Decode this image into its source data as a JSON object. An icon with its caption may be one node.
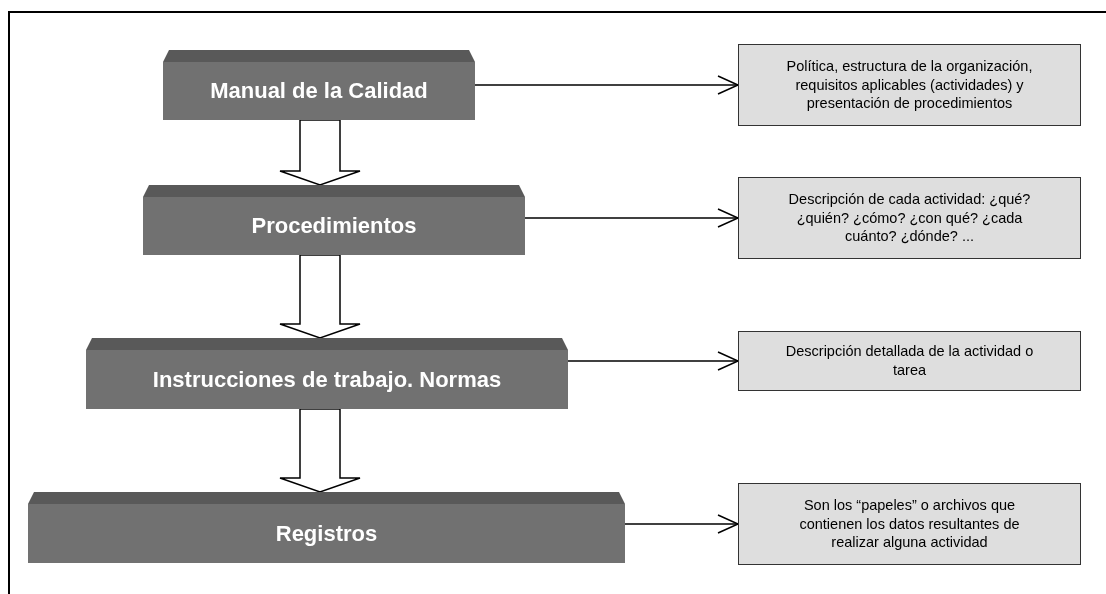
{
  "diagram": {
    "nodes": [
      {
        "text": [
          "Manual de la Calidad"
        ]
      },
      {
        "text": [
          "Política, estructura de la organización, requisitos aplicables (actividades) y presentación de procedimientos"
        ]
      },
      {
        "text": [
          "Procedimientos"
        ]
      },
      {
        "text": [
          "Descripción de cada actividad: ¿qué? ¿quién? ¿cómo? ¿con qué? ¿cada cuánto? ¿dónde? ..."
        ]
      },
      {
        "text": [
          "Instrucciones de trabajo. Normas"
        ]
      },
      {
        "text": [
          "Descripción detallada de la actividad o tarea"
        ]
      },
      {
        "text": [
          "Registros"
        ]
      },
      {
        "text": [
          "Son los “papeles” o archivos que contienen los datos resultantes de realizar alguna actividad"
        ]
      }
    ],
    "edges": [
      {
        "from": 0,
        "to": 1,
        "arrow": "to"
      },
      {
        "from": 0,
        "to": 2,
        "arrow": "to",
        "style": "thick"
      },
      {
        "from": 2,
        "to": 3,
        "arrow": "to"
      },
      {
        "from": 2,
        "to": 4,
        "arrow": "to",
        "style": "thick"
      },
      {
        "from": 4,
        "to": 5,
        "arrow": "to"
      },
      {
        "from": 4,
        "to": 6,
        "arrow": "to",
        "style": "thick"
      },
      {
        "from": 6,
        "to": 7,
        "arrow": "to"
      }
    ]
  }
}
